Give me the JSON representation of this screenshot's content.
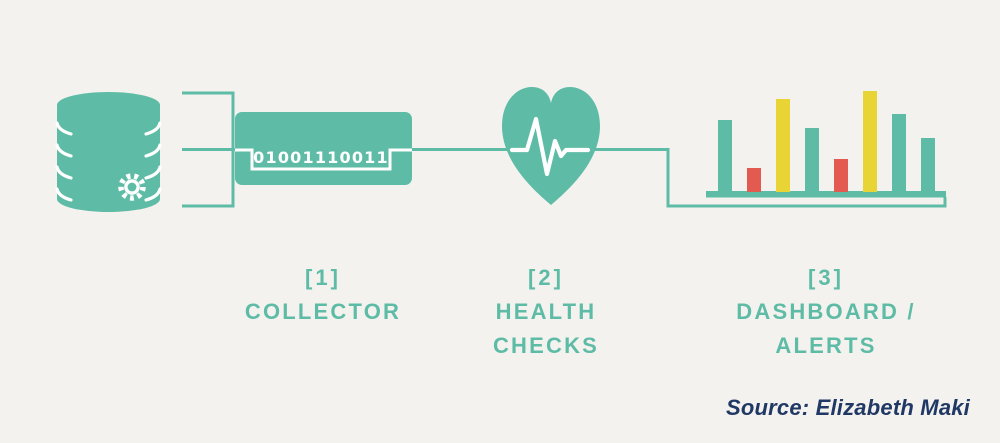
{
  "palette": {
    "background": "#F4F2EF",
    "teal": "#5EBCA6",
    "red": "#E25A50",
    "yellow": "#E8D434",
    "white": "#FFFFFF",
    "source_text": "#203864"
  },
  "collector_node": {
    "binary_text": "01001110011"
  },
  "stages": [
    {
      "number": "[1]",
      "line1": "COLLECTOR",
      "line2": ""
    },
    {
      "number": "[2]",
      "line1": "HEALTH",
      "line2": "CHECKS"
    },
    {
      "number": "[3]",
      "line1": "DASHBOARD /",
      "line2": "ALERTS"
    }
  ],
  "source": {
    "label": "Source: Elizabeth Maki"
  },
  "chart_data": {
    "type": "bar",
    "title": "",
    "xlabel": "",
    "ylabel": "",
    "description": "Decorative dashboard bar chart; no axes or value labels shown, heights are relative units estimated from pixels",
    "values": [
      72,
      24,
      93,
      64,
      33,
      101,
      78,
      54
    ],
    "colors": [
      "teal",
      "red",
      "yellow",
      "teal",
      "red",
      "yellow",
      "teal",
      "teal"
    ],
    "ylim": [
      0,
      110
    ],
    "legend": "none",
    "grid": false
  }
}
